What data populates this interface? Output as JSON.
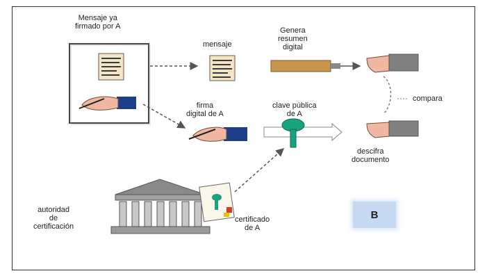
{
  "labels": {
    "signed_message_line1": "Mensaje ya",
    "signed_message_line2": "firmado por A",
    "message": "mensaje",
    "generate_summary_line1": "Genera",
    "generate_summary_line2": "resumen",
    "generate_summary_line3": "digital",
    "digital_signature_line1": "firma",
    "digital_signature_line2": "digital de A",
    "public_key_line1": "clave pública",
    "public_key_line2": "de A",
    "compare": "compara",
    "decrypt_line1": "descifra",
    "decrypt_line2": "documento",
    "authority_line1": "autoridad",
    "authority_line2": "de",
    "authority_line3": "certificación",
    "certificate_line1": "certificado",
    "certificate_line2": "de A",
    "badge": "B"
  },
  "colors": {
    "key_green": "#19a27e",
    "document_paper": "#f3e6c8",
    "tube": "#c8964e",
    "hand_skin": "#f0b7a2",
    "sleeve": "#808080",
    "sleeve_blue": "#1d3f8a",
    "badge": "#c7d9f1"
  },
  "icons": [
    "document-icon",
    "hand-pen-icon",
    "tube-icon",
    "pointing-hand-icon",
    "key-icon",
    "bank-building-icon",
    "certificate-icon"
  ]
}
